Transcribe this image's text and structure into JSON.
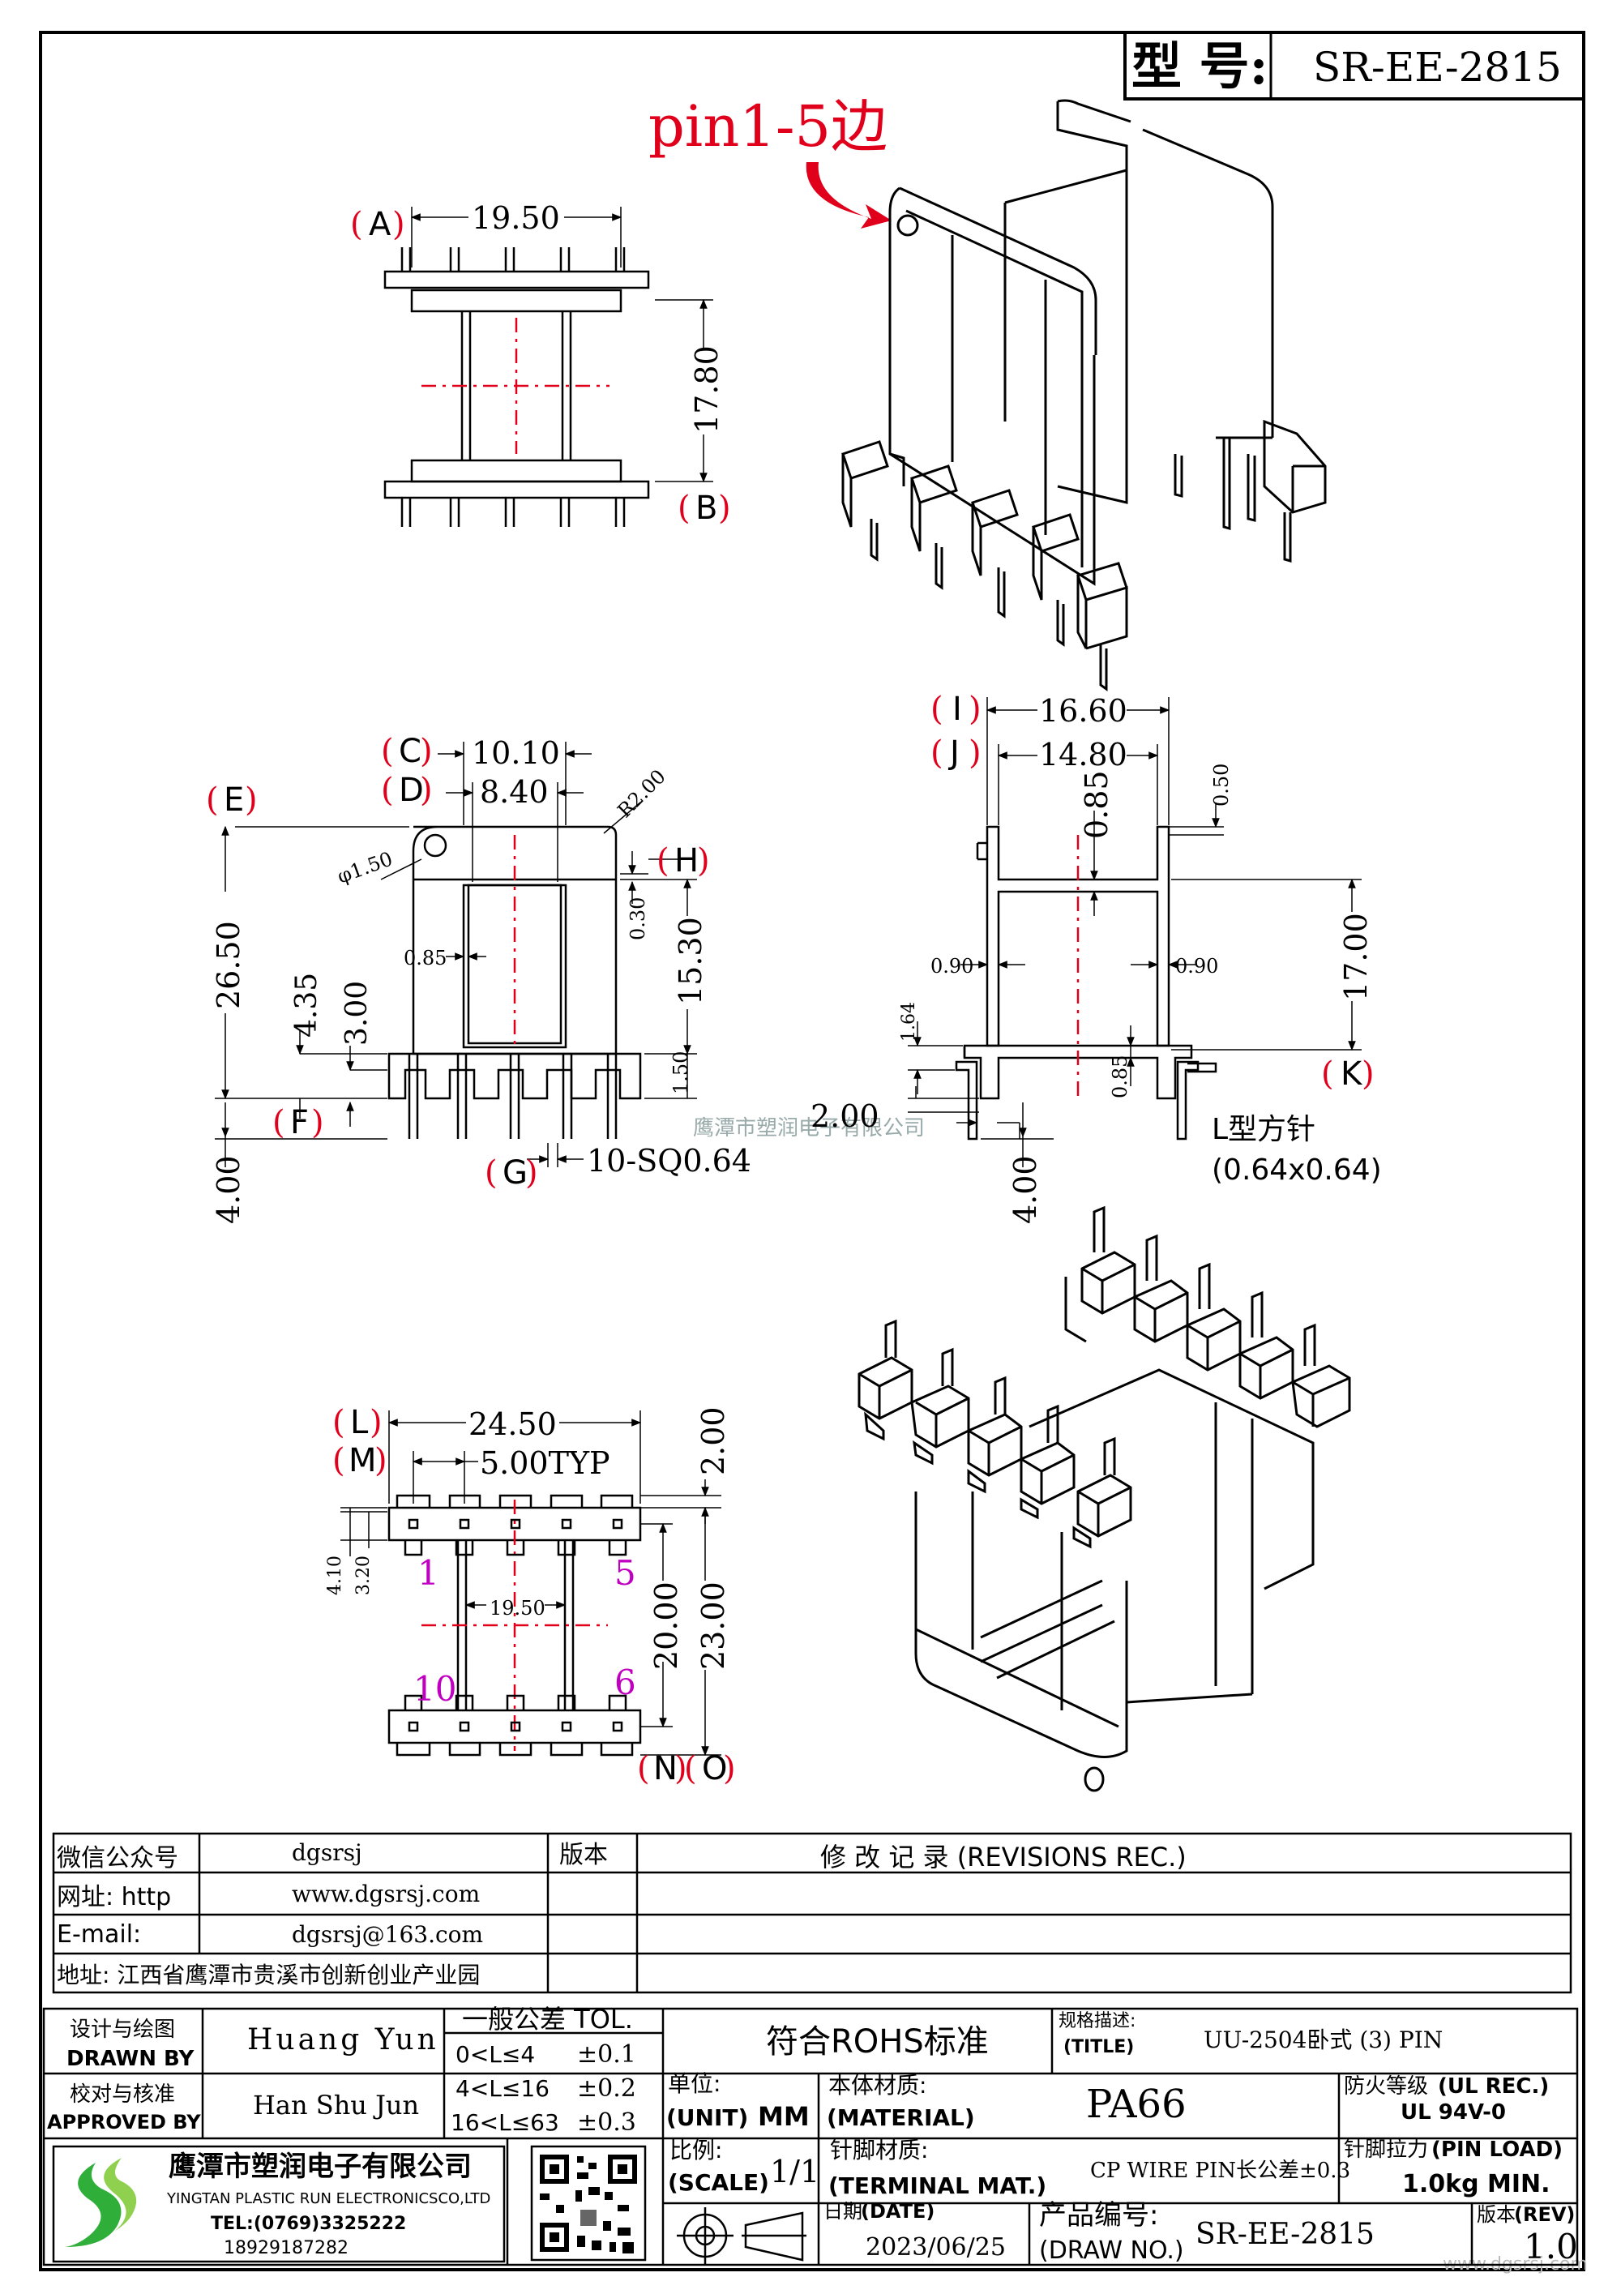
{
  "header": {
    "model_label": "型 号:",
    "model_value": "SR-EE-2815"
  },
  "callout": {
    "pin_side": "pin1-5边"
  },
  "dims_top": {
    "A_label": "A",
    "A_value": "19.50",
    "B_label": "B",
    "height_value": "17.80"
  },
  "dims_front": {
    "C_label": "C",
    "C_value": "10.10",
    "D_label": "D",
    "D_value": "8.40",
    "E_label": "E",
    "E_value": "26.50",
    "F_label": "F",
    "G_label": "G",
    "G_value": "10-SQ0.64",
    "H_label": "H",
    "radius": "R2.00",
    "hole": "φ1.50",
    "d_030": "0.30",
    "d_085": "0.85",
    "d_1530": "15.30",
    "d_435": "4.35",
    "d_300": "3.00",
    "d_150": "1.50",
    "d_400": "4.00"
  },
  "dims_side": {
    "I_label": "I",
    "I_value": "16.60",
    "J_label": "J",
    "J_value": "14.80",
    "K_label": "K",
    "d_085a": "0.85",
    "d_050": "0.50",
    "d_090l": "0.90",
    "d_090r": "0.90",
    "d_1700": "17.00",
    "d_164": "1.64",
    "d_085b": "0.85",
    "d_200": "2.00",
    "d_400": "4.00",
    "pin_note_1": "L型方针",
    "pin_note_2": "(0.64x0.64)"
  },
  "dims_bottom": {
    "L_label": "L",
    "L_value": "24.50",
    "M_label": "M",
    "M_value": "5.00TYP",
    "N_label": "N",
    "O_label": "O",
    "d_200": "2.00",
    "d_410": "4.10",
    "d_320": "3.20",
    "d_1950": "19.50",
    "d_2000": "20.00",
    "d_2300": "23.00",
    "pin1": "1",
    "pin5": "5",
    "pin10": "10",
    "pin6": "6"
  },
  "watermark": "鹰潭市塑润电子有限公司",
  "watermark_url": "www.dgsrsj.com",
  "info": {
    "wechat_label": "微信公众号",
    "wechat_value": "dgsrsj",
    "web_label": "网址: http",
    "web_value": "www.dgsrsj.com",
    "email_label": "E-mail:",
    "email_value": "dgsrsj@163.com",
    "addr": "地址: 江西省鹰潭市贵溪市创新创业产业园",
    "rev_label": "版本",
    "rev_record": "修 改 记 录 (REVISIONS REC.)"
  },
  "titleblock": {
    "drawn_cn": "设计与绘图",
    "drawn_en": "DRAWN BY",
    "drawn_name": "Huang Yun",
    "approved_cn": "校对与核准",
    "approved_en": "APPROVED BY",
    "approved_name": "Han Shu Jun",
    "tol_title": "一般公差 TOL.",
    "tol_r1": "0<L≤4",
    "tol_v1": "±0.1",
    "tol_r2": "4<L≤16",
    "tol_v2": "±0.2",
    "tol_r3": "16<L≤63",
    "tol_v3": "±0.3",
    "rohs": "符合ROHS标准",
    "title_cn": "规格描述:",
    "title_en": "(TITLE)",
    "title_value": "UU-2504卧式 (3) PIN",
    "unit_cn": "单位:",
    "unit_en": "(UNIT)",
    "unit_value": "MM",
    "mat_cn": "本体材质:",
    "mat_en": "(MATERIAL)",
    "mat_value": "PA66",
    "fire_cn": "防火等级",
    "fire_en": "(UL REC.)",
    "fire_value": "UL 94V-0",
    "scale_cn": "比例:",
    "scale_en": "(SCALE)",
    "scale_value": "1/1",
    "term_cn": "针脚材质:",
    "term_en": "(TERMINAL MAT.)",
    "term_value": "CP WIRE  PIN长公差±0.3",
    "pull_cn": "针脚拉力",
    "pull_en": "(PIN LOAD)",
    "pull_value": "1.0kg MIN.",
    "date_cn": "日期",
    "date_en": "(DATE)",
    "date_value": "2023/06/25",
    "pn_cn": "产品编号:",
    "pn_en": "(DRAW NO.)",
    "pn_value": "SR-EE-2815",
    "rev_cn": "版本",
    "rev_en": "(REV)",
    "rev_value": "1.0",
    "company_cn": "鹰潭市塑润电子有限公司",
    "company_en": "YINGTAN PLASTIC RUN ELECTRONICSCO,LTD",
    "tel": "TEL:(0769)3325222",
    "phone": "18929187282"
  }
}
